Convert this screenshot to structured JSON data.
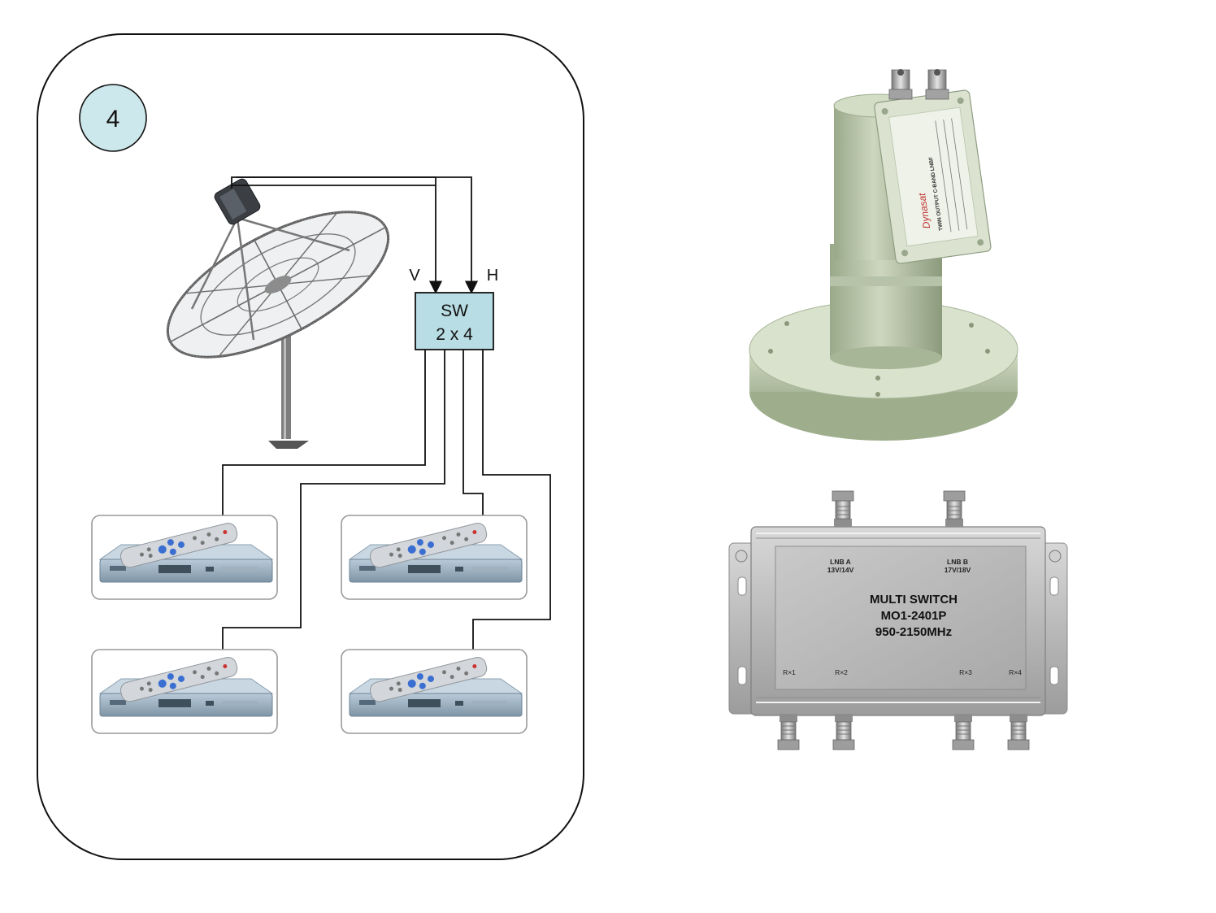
{
  "diagram": {
    "step_number": "4",
    "switch": {
      "line1": "SW",
      "line2": "2 x 4"
    },
    "polarity": {
      "vertical": "V",
      "horizontal": "H"
    },
    "colors": {
      "panel_border": "#111111",
      "step_badge_fill": "#cde8ec",
      "switch_fill": "#b9dde4",
      "wire": "#111111",
      "receiver_frame": "#9a9a9a"
    }
  },
  "multiswitch": {
    "lnb_a": "LNB A",
    "lnb_a_voltage": "13V/14V",
    "lnb_b": "LNB B",
    "lnb_b_voltage": "17V/18V",
    "title": "MULTI SWITCH",
    "model": "MO1-2401P",
    "frequency": "950-2150MHz",
    "outputs": [
      "R×1",
      "R×2",
      "R×3",
      "R×4"
    ]
  },
  "lnb": {
    "brand": "Dynasat",
    "label": "TWIN OUTPUT C-BAND LNBF"
  }
}
